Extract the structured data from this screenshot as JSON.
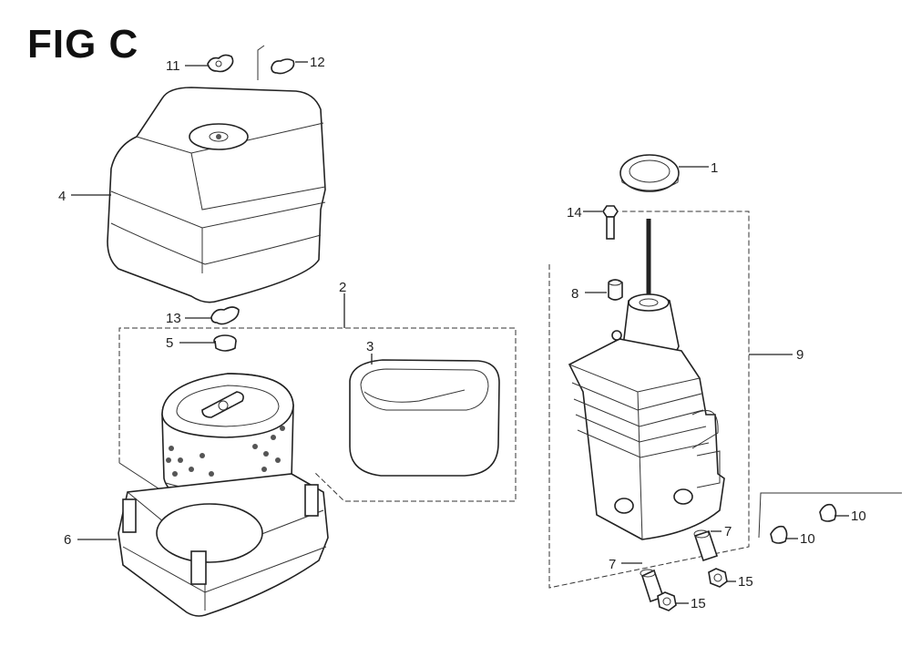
{
  "figure": {
    "title": "FIG C"
  },
  "callouts": {
    "c1": "1",
    "c2": "2",
    "c3": "3",
    "c4": "4",
    "c5": "5",
    "c6": "6",
    "c7a": "7",
    "c7b": "7",
    "c8": "8",
    "c9": "9",
    "c10a": "10",
    "c10b": "10",
    "c11": "11",
    "c12": "12",
    "c13": "13",
    "c14": "14",
    "c15a": "15",
    "c15b": "15"
  }
}
